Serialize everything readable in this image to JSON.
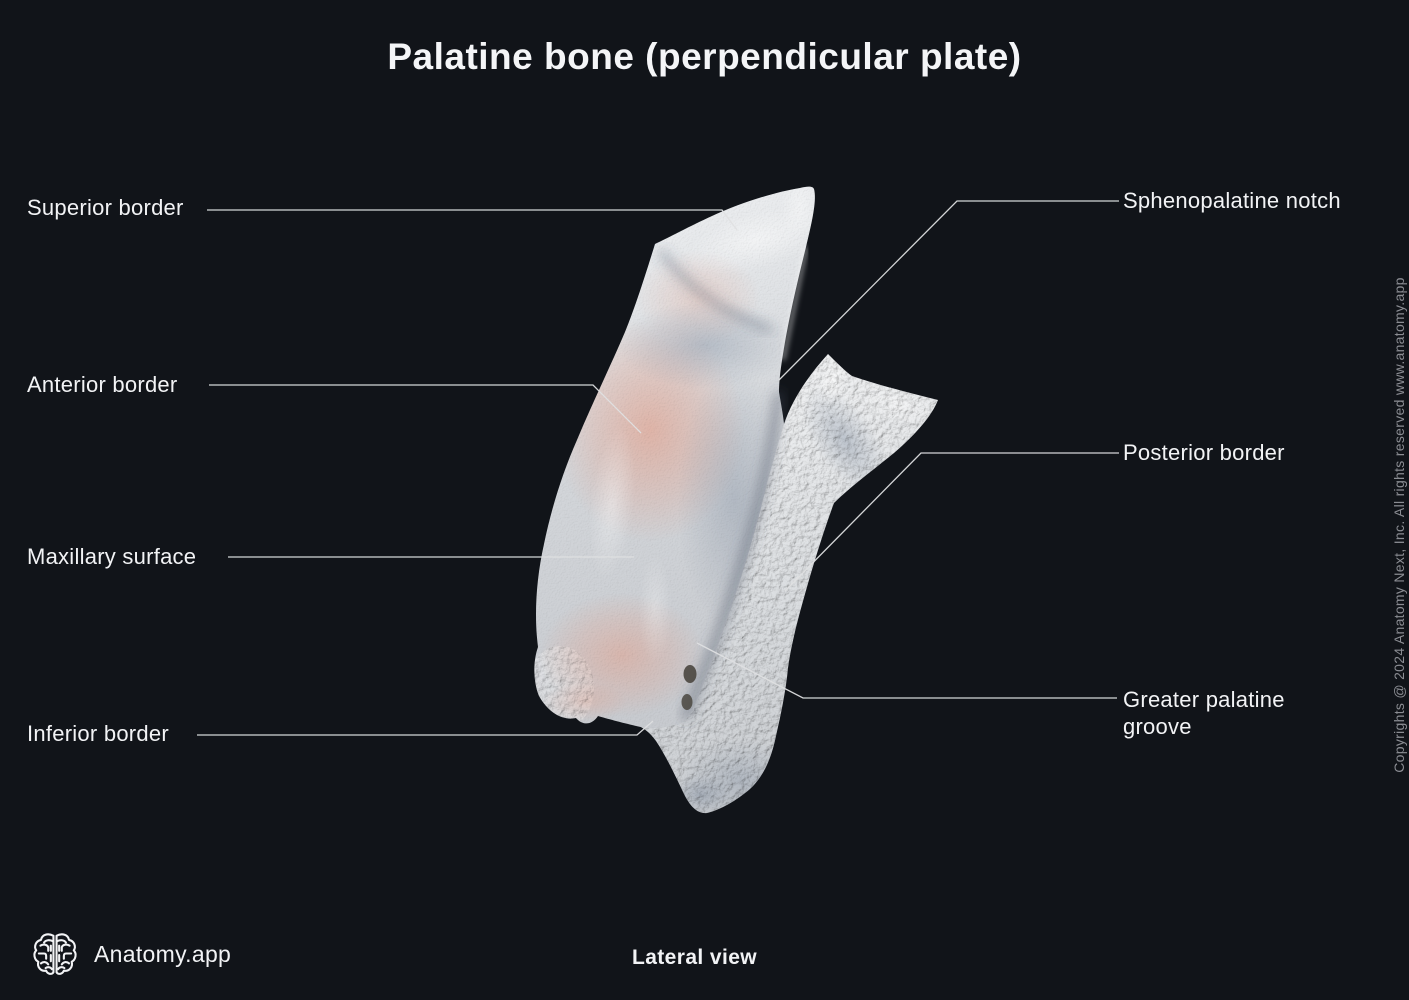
{
  "page": {
    "title": "Palatine bone (perpendicular plate)",
    "view": "Lateral view",
    "subject": "Palatine bone, perpendicular plate, lateral view"
  },
  "brand": {
    "name": "Anatomy.app",
    "logo_icon": "brain-logo-icon"
  },
  "copyright": "Copyrights @ 2024 Anatomy Next, Inc. All rights reserved www.anatomy.app",
  "labels": {
    "superior": "Superior border",
    "anterior": "Anterior border",
    "maxillary": "Maxillary surface",
    "inferior": "Inferior border",
    "sphenopalatine": "Sphenopalatine notch",
    "posterior": "Posterior border",
    "greater_palatine": "Greater palatine groove"
  },
  "colors": {
    "background": "#111419",
    "text": "#f2f3f5",
    "leader_line": "#dfe0e2",
    "muted_text": "#8b8d93",
    "bone_light": "#f2f3f4",
    "bone_mid": "#c9cdd3",
    "bone_shadow": "#9aa1ab",
    "bone_blush": "#e59e88"
  }
}
